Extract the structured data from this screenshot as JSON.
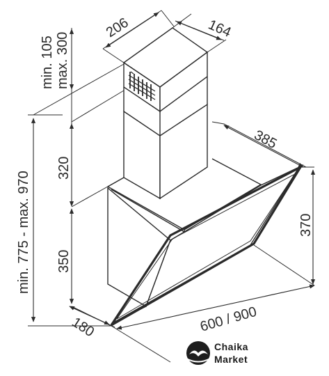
{
  "diagram": {
    "dimensions": {
      "chimney_width": "206",
      "chimney_depth": "164",
      "chimney_extension": "min. 105\nmax. 300",
      "chimney_ext_line1": "min. 105",
      "chimney_ext_line2": "max. 300",
      "total_height": "min. 775 - max. 970",
      "chimney_height": "320",
      "body_height": "350",
      "hood_depth": "385",
      "glass_height": "370",
      "base_depth": "180",
      "hood_width": "600 / 900"
    }
  },
  "watermark": {
    "brand_line1": "Chaika",
    "brand_line2": "Market"
  }
}
